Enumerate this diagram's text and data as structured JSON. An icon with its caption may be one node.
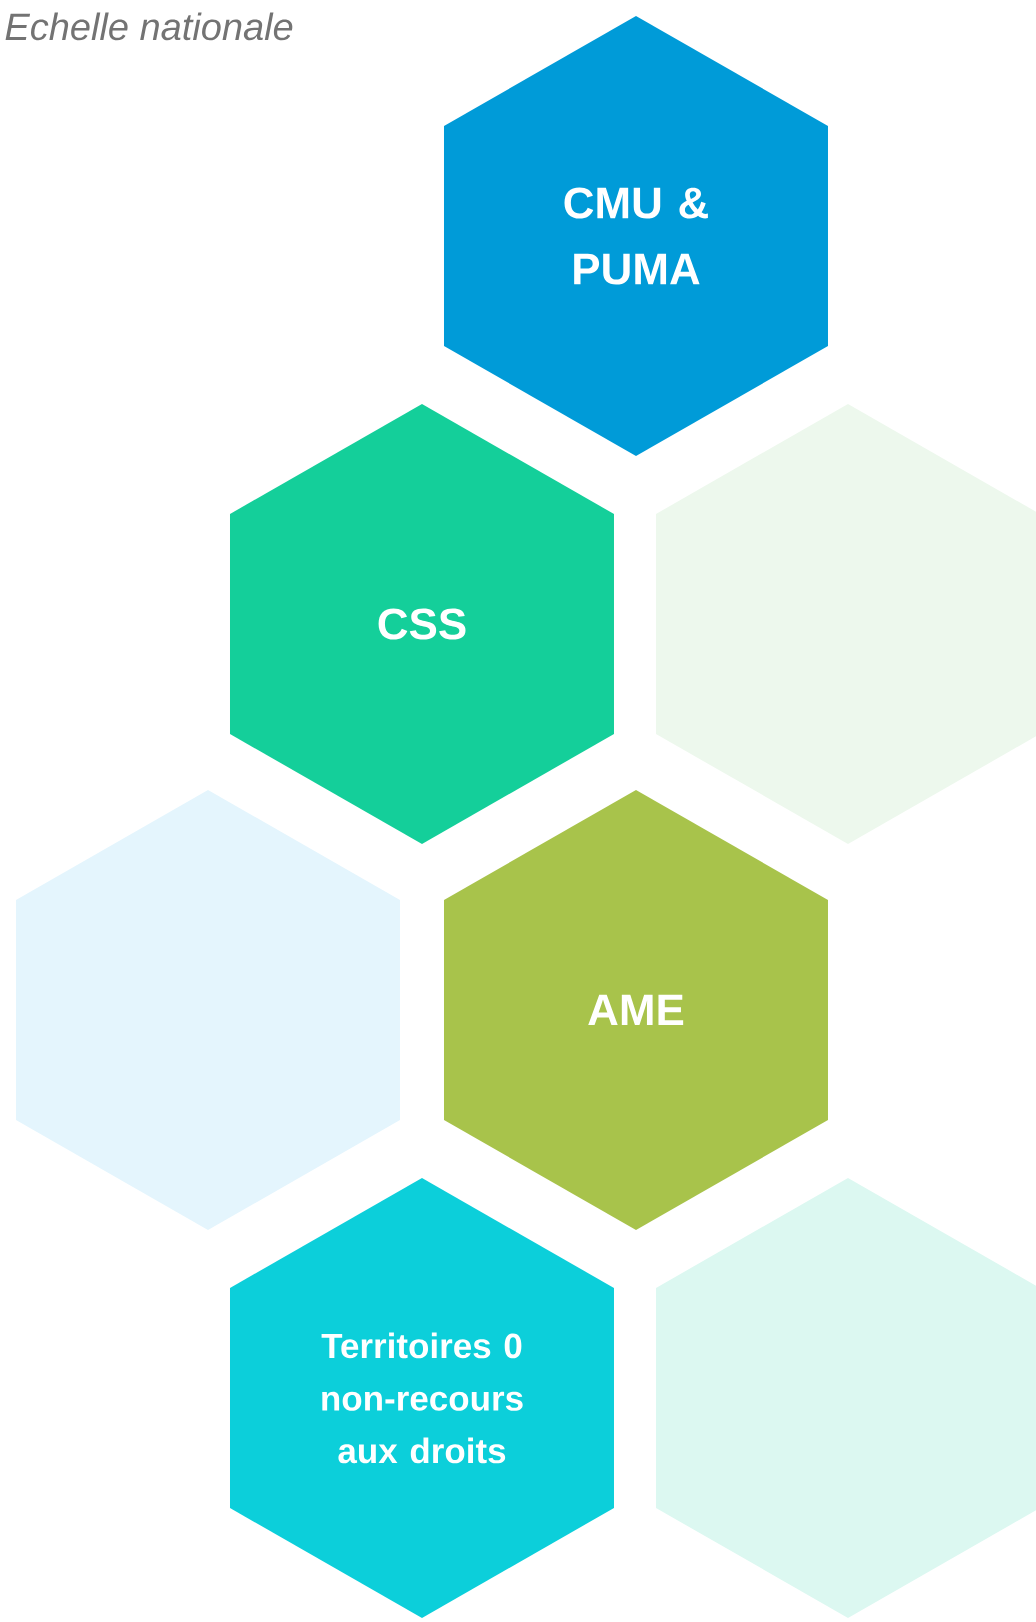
{
  "diagram": {
    "title": "Echelle nationale",
    "nodes": [
      {
        "text": [
          "CMU & PUMA"
        ]
      },
      {
        "text": [
          "CSS"
        ]
      },
      {
        "text": [],
        "shape": "hexagon"
      },
      {
        "text": [],
        "shape": "hexagon"
      },
      {
        "text": [
          "AME"
        ]
      },
      {
        "text": [
          "Territoires 0 non-recours aux droits"
        ]
      },
      {
        "text": [],
        "shape": "hexagon"
      }
    ]
  }
}
